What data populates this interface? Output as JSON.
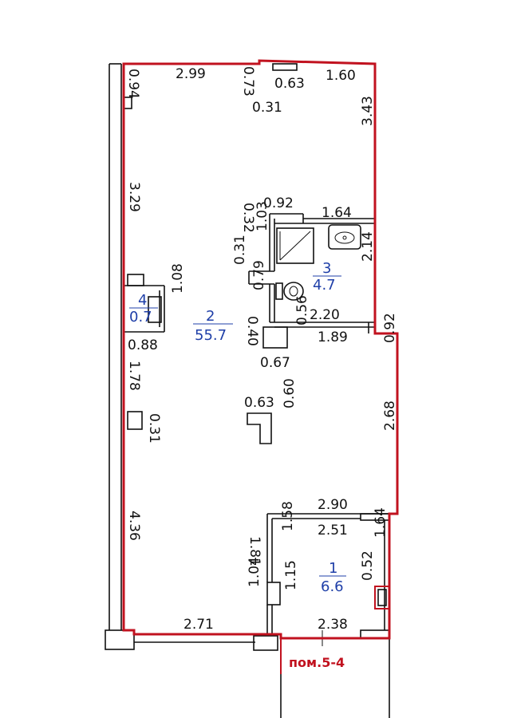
{
  "colors": {
    "boundary": "#c1121f",
    "room_label": "#1f3fa8",
    "line": "#111111"
  },
  "unit_label": "пом.5-4",
  "rooms": [
    {
      "number": "1",
      "area": "6.6"
    },
    {
      "number": "2",
      "area": "55.7"
    },
    {
      "number": "3",
      "area": "4.7"
    },
    {
      "number": "4",
      "area": "0.7"
    }
  ],
  "dimensions": {
    "top_left": "2.99",
    "top_left_corner": "0.94",
    "top_niche": "0.73",
    "top_niche_width": "0.63",
    "top_right": "1.60",
    "top_niche_depth": "0.31",
    "right_upper": "3.43",
    "left_upper": "3.29",
    "bath_top_width": "0.92",
    "bath_top_right": "1.64",
    "bath_top_gap": "0.32",
    "bath_left": "1.03",
    "bath_right": "2.14",
    "bath_niche": "0.31",
    "bath_lower_left": "0.79",
    "bath_bottom": "2.20",
    "bath_door_left": "0.40",
    "bath_door_right": "0.56",
    "bath_bottom_wall": "1.89",
    "bath_door_width": "0.67",
    "closet_height": "1.08",
    "closet_width": "0.88",
    "right_step": "0.92",
    "left_middle": "1.78",
    "left_niche": "0.31",
    "column_width": "0.63",
    "column_height": "0.60",
    "right_lower": "2.68",
    "left_lower": "4.36",
    "room1_top_outer": "2.90",
    "room1_top_inner": "2.51",
    "room1_left_outer": "1.81",
    "room1_left_inner": "1.58",
    "room1_right": "1.64",
    "room1_niche": "0.52",
    "room1_lower_left_outer": "1.04",
    "room1_lower_left_inner": "1.15",
    "bottom_left": "2.71",
    "bottom_right": "2.38"
  }
}
